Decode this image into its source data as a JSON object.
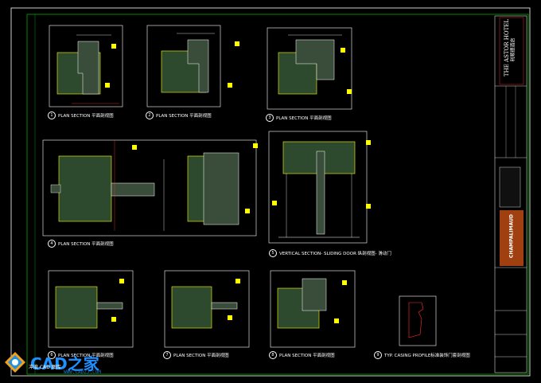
{
  "details": [
    {
      "num": "1",
      "title": "PLAN SECTION 平面剖视图"
    },
    {
      "num": "2",
      "title": "PLAN SECTION 平面剖视图"
    },
    {
      "num": "3",
      "title": "PLAN SECTION 平面剖视图"
    },
    {
      "num": "4",
      "title": "PLAN SECTION 平面剖视图"
    },
    {
      "num": "5",
      "title": "VERTICAL SECTION- SLIDING DOOR 纵剖视图- 滑动门"
    },
    {
      "num": "6",
      "title": "PLAN SECTION 平面剖视图"
    },
    {
      "num": "7",
      "title": "PLAN SECTION 平面剖视图"
    },
    {
      "num": "8",
      "title": "PLAN SECTION 平面剖视图"
    },
    {
      "num": "9",
      "title": "TYP. CASING PROFILE标准装饰门套剖视图"
    }
  ],
  "title_block": {
    "hotel_name": "THE ASTOR HOTEL",
    "hotel_name_cn": "利顺德酒店",
    "designer": "CHAMPALIMAUD"
  },
  "watermark": {
    "brand": "CAD之家",
    "url": "WWW.CADZJ.COM",
    "sub": "冲浪 CAD 图库"
  }
}
